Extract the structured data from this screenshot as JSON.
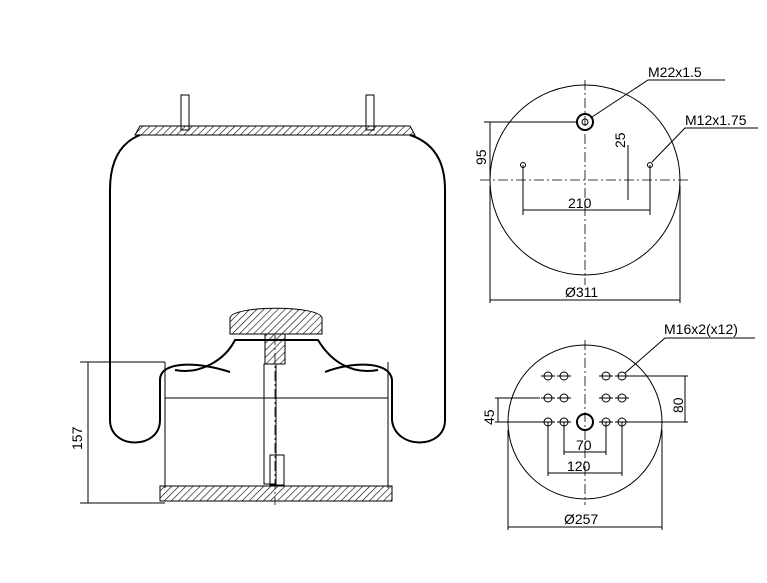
{
  "side_view": {
    "height_label": "157"
  },
  "top_view": {
    "thread_center_label": "M22x1.5",
    "thread_stud_label": "M12x1.75",
    "offset_label": "25",
    "edge_label": "95",
    "stud_spacing_label": "210",
    "diameter_label": "Ø311"
  },
  "bottom_view": {
    "thread_label": "M16x2(x12)",
    "row_offset_label": "45",
    "row_span_label": "80",
    "inner_spacing_label": "70",
    "outer_spacing_label": "120",
    "diameter_label": "Ø257"
  }
}
